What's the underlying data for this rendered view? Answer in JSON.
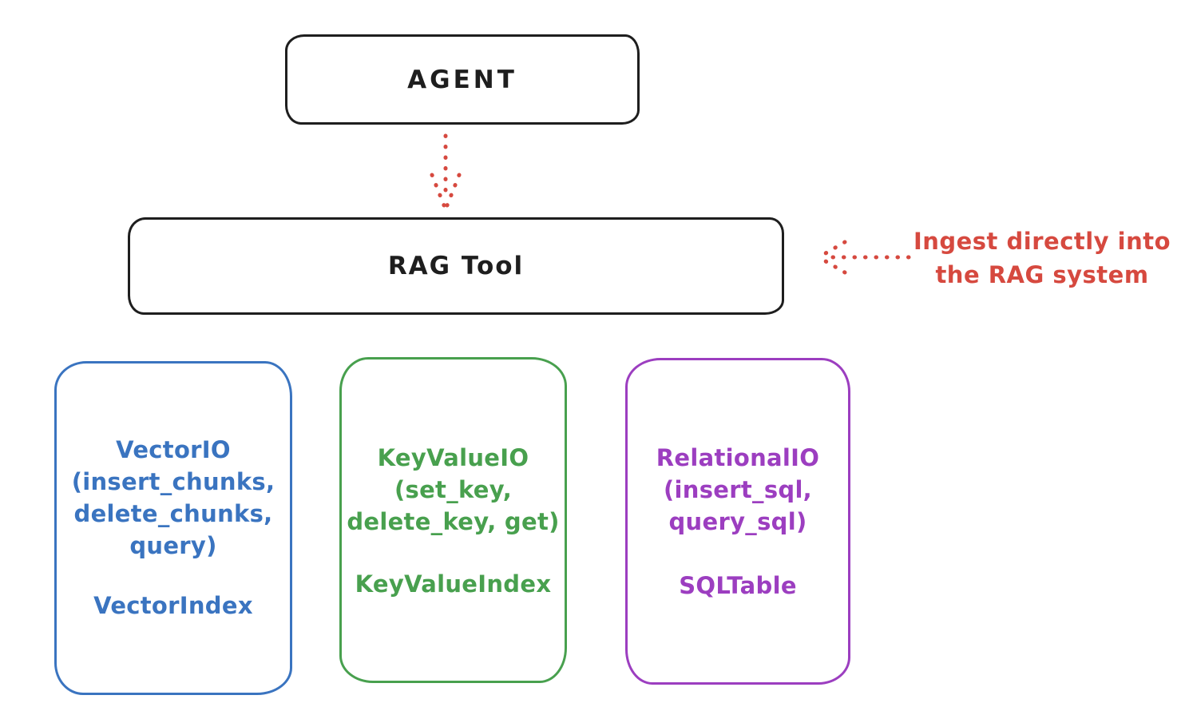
{
  "diagram": {
    "colors": {
      "ink": "#1e1e1e",
      "red": "#d6493f",
      "blue": "#3a74c0",
      "green": "#48a04e",
      "purple": "#9c3ec0",
      "background": "#ffffff"
    },
    "agent": {
      "label": "AGENT"
    },
    "rag_tool": {
      "label": "RAG Tool"
    },
    "annotation": {
      "line1": "Ingest directly into",
      "line2": "the RAG system"
    },
    "backends": [
      {
        "name": "VectorIO",
        "color": "#3a74c0",
        "lines": [
          "VectorIO",
          "(insert_chunks,",
          "delete_chunks,",
          "query)"
        ],
        "index_label": "VectorIndex"
      },
      {
        "name": "KeyValueIO",
        "color": "#48a04e",
        "lines": [
          "KeyValueIO",
          "(set_key,",
          "delete_key, get)"
        ],
        "index_label": "KeyValueIndex"
      },
      {
        "name": "RelationalIO",
        "color": "#9c3ec0",
        "lines": [
          "RelationalIO",
          "(insert_sql,",
          "query_sql)"
        ],
        "index_label": "SQLTable"
      }
    ]
  }
}
